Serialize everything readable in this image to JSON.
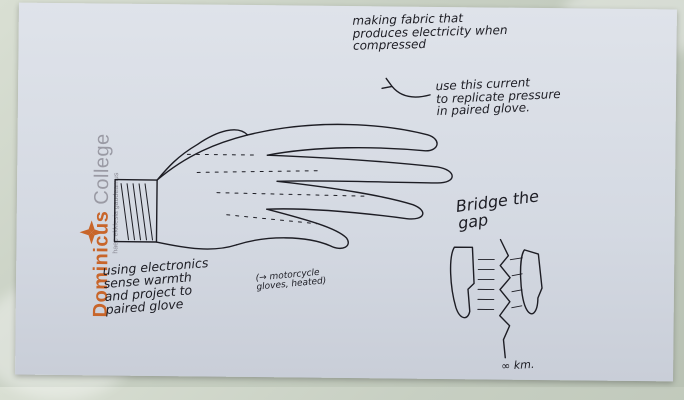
{
  "logo": {
    "name": "Dominicus",
    "college": "College",
    "tagline": "haec ekklesia gaudeamus"
  },
  "notes": {
    "top": "making fabric that\nproduces electricity when\ncompressed",
    "arrow_note": "use this current\nto replicate pressure\nin paired glove.",
    "bridge": "Bridge the\ngap",
    "left": "using electronics\nsense warmth\nand project to\npaired glove",
    "paren": "(→ motorcycle\n  gloves, heated)",
    "bottom": "∞ km."
  },
  "colors": {
    "ink": "#1d1d24",
    "logo_orange": "#c8652a",
    "card": "#d9dde6"
  }
}
